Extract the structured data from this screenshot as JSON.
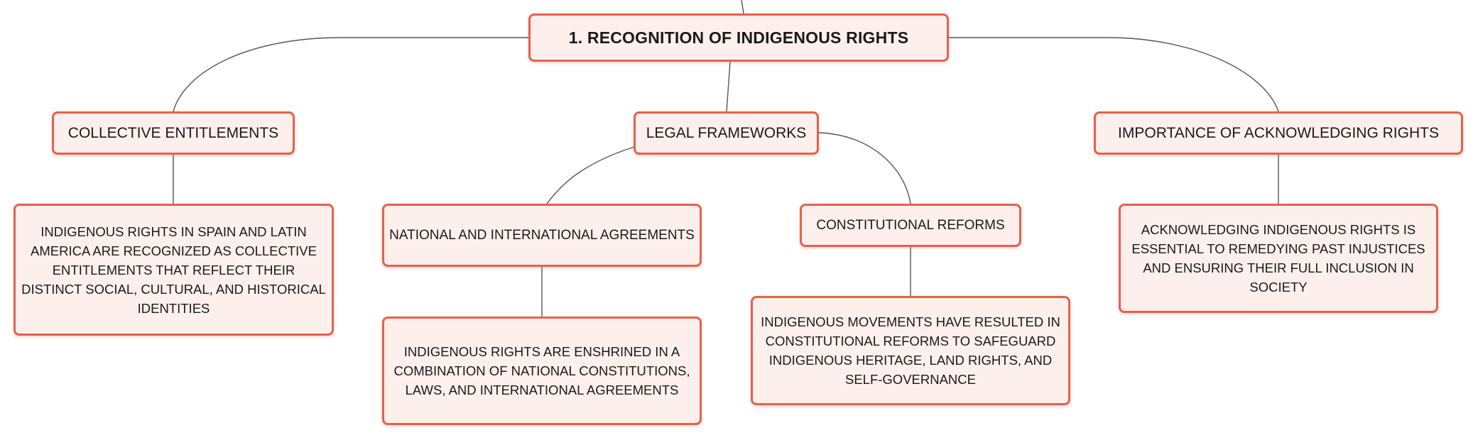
{
  "root": {
    "title": "1. Recognition of Indigenous Rights"
  },
  "branches": {
    "collective": {
      "title": "Collective Entitlements",
      "description": "Indigenous rights in Spain and Latin America are recognized as collective entitlements that reflect their distinct social, cultural, and historical identities"
    },
    "legal": {
      "title": "Legal Frameworks",
      "agreements": {
        "title": "National and International Agreements",
        "description": "Indigenous rights are enshrined in a combination of national constitutions, laws, and international agreements"
      },
      "reforms": {
        "title": "Constitutional Reforms",
        "description": "Indigenous movements have resulted in constitutional reforms to safeguard Indigenous heritage, land rights, and self-governance"
      }
    },
    "importance": {
      "title": "Importance of Acknowledging Rights",
      "description": "Acknowledging Indigenous rights is essential to remedying past injustices and ensuring their full inclusion in society"
    }
  },
  "colors": {
    "node_border": "#e8604c",
    "node_fill": "#fdf0ec",
    "connector": "#555555"
  }
}
